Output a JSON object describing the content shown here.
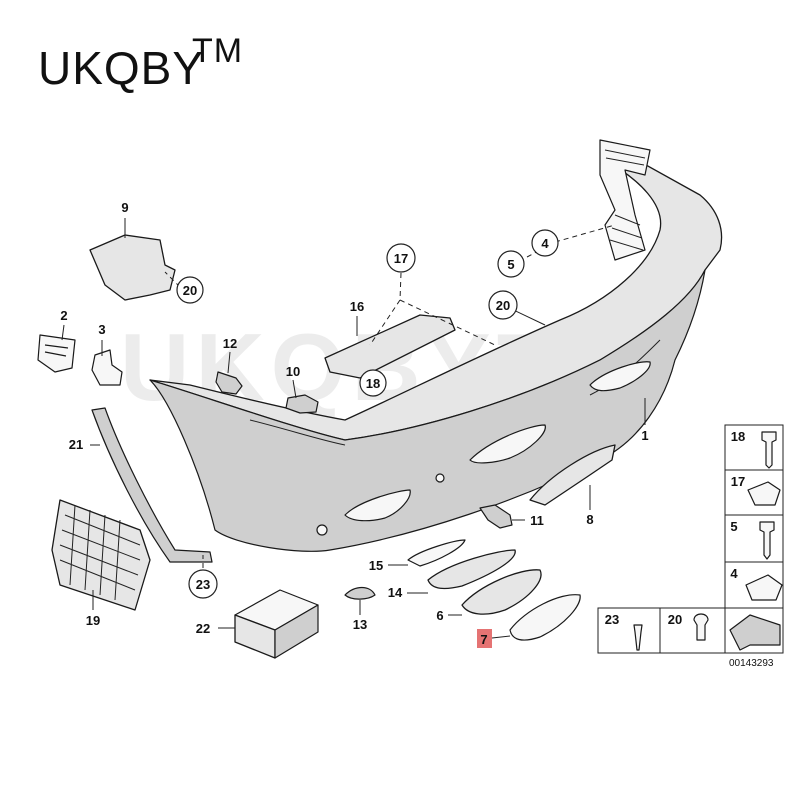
{
  "brand": {
    "name": "UKQBY",
    "mark": "TM"
  },
  "watermark": "UKQBYTM",
  "callouts": {
    "p1": "1",
    "p2": "2",
    "p3": "3",
    "p4": "4",
    "p5": "5",
    "p6": "6",
    "p7": "7",
    "p8": "8",
    "p9": "9",
    "p10": "10",
    "p11": "11",
    "p12": "12",
    "p13": "13",
    "p14": "14",
    "p15": "15",
    "p16": "16",
    "p17": "17",
    "p18": "18",
    "p19": "19",
    "p20": "20",
    "p21": "21",
    "p22": "22",
    "p23": "23"
  },
  "legend": {
    "c18": "18",
    "c17": "17",
    "c5": "5",
    "c4": "4",
    "c23": "23",
    "c20": "20"
  },
  "diagram_code": "00143293",
  "highlighted_callout": "7",
  "colors": {
    "highlight": "#e57373",
    "line": "#1a1a1a"
  }
}
